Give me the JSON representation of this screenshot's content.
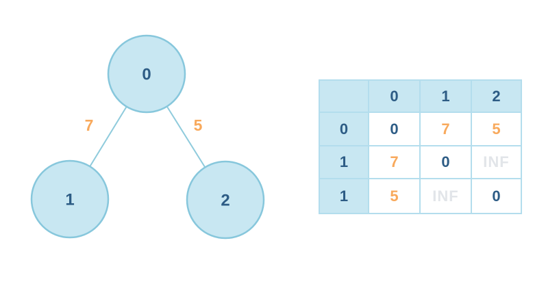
{
  "colors": {
    "node_fill": "#c8e7f2",
    "node_border": "#87c7dc",
    "edge_line": "#8fcbdc",
    "text_navy": "#2d5c85",
    "text_orange": "#f8a95c",
    "text_muted_inf": "#e2e5e9",
    "table_border": "#b3dded",
    "table_header_bg": "#c8e7f2",
    "background": "#ffffff"
  },
  "graph": {
    "nodes": [
      {
        "label": "0"
      },
      {
        "label": "1"
      },
      {
        "label": "2"
      }
    ],
    "edges": [
      {
        "from": "0",
        "to": "1",
        "weight": "7"
      },
      {
        "from": "0",
        "to": "2",
        "weight": "5"
      }
    ]
  },
  "matrix": {
    "corner": "",
    "col_headers": [
      "0",
      "1",
      "2"
    ],
    "rows": [
      {
        "header": "0",
        "cells": [
          {
            "text": "0",
            "tone": "navy"
          },
          {
            "text": "7",
            "tone": "orange"
          },
          {
            "text": "5",
            "tone": "orange"
          }
        ]
      },
      {
        "header": "1",
        "cells": [
          {
            "text": "7",
            "tone": "orange"
          },
          {
            "text": "0",
            "tone": "navy"
          },
          {
            "text": "INF",
            "tone": "muted"
          }
        ]
      },
      {
        "header": "1",
        "cells": [
          {
            "text": "5",
            "tone": "orange"
          },
          {
            "text": "INF",
            "tone": "muted"
          },
          {
            "text": "0",
            "tone": "navy"
          }
        ]
      }
    ]
  }
}
